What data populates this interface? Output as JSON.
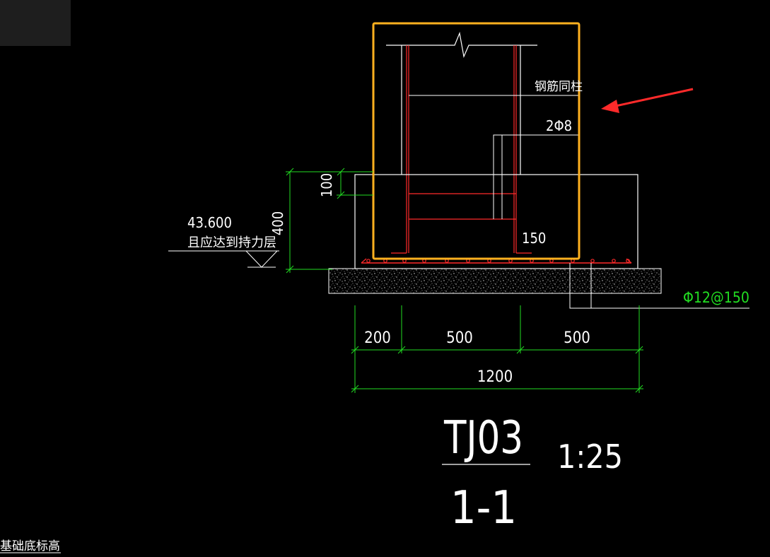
{
  "drawing": {
    "colors": {
      "background": "#000000",
      "line": "#ffffff",
      "rebar": "#ff2a2a",
      "dimension": "#22dd22",
      "highlight": "#ffb11f",
      "arrow": "#ff2a2a"
    },
    "labels": {
      "rebar_same_as_column": "钢筋同柱",
      "stirrup": "2Φ8",
      "hook_length": "150",
      "bottom_rebar": "Φ12@150",
      "elevation_value": "43.600",
      "elevation_note": "且应达到持力层",
      "bottom_elevation_label": "基础底标高"
    },
    "dimensions": {
      "height_total": "400",
      "height_top": "100",
      "width_left": "200",
      "width_middle": "500",
      "width_right": "500",
      "width_total": "1200"
    },
    "title": {
      "code": "TJ03",
      "scale": "1:25",
      "section": "1-1"
    }
  }
}
